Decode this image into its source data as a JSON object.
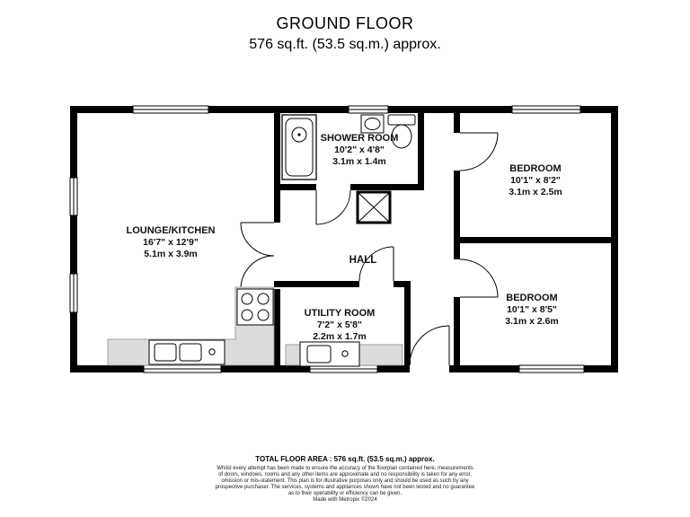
{
  "header": {
    "title": "GROUND FLOOR",
    "subtitle": "576 sq.ft. (53.5 sq.m.) approx."
  },
  "rooms": {
    "lounge": {
      "name": "LOUNGE/KITCHEN",
      "imperial": "16'7\" x 12'9\"",
      "metric": "5.1m x 3.9m"
    },
    "shower": {
      "name": "SHOWER ROOM",
      "imperial": "10'2\" x 4'8\"",
      "metric": "3.1m x 1.4m"
    },
    "bedroom1": {
      "name": "BEDROOM",
      "imperial": "10'1\" x 8'2\"",
      "metric": "3.1m x 2.5m"
    },
    "hall": {
      "name": "HALL"
    },
    "utility": {
      "name": "UTILITY ROOM",
      "imperial": "7'2\" x 5'8\"",
      "metric": "2.2m x 1.7m"
    },
    "bedroom2": {
      "name": "BEDROOM",
      "imperial": "10'1\" x 8'5\"",
      "metric": "3.1m x 2.6m"
    }
  },
  "footer": {
    "total": "TOTAL FLOOR AREA : 576 sq.ft. (53.5 sq.m.) approx.",
    "disclaimer_lines": [
      "Whilst every attempt has been made to ensure the accuracy of the floorplan contained here, measurements",
      "of doors, windows, rooms and any other items are approximate and no responsibility is taken for any error,",
      "omission or mis-statement. This plan is for illustrative purposes only and should be used as such by any",
      "prospective purchaser. The services, systems and appliances shown have not been tested and no guarantee",
      "as to their operability or efficiency can be given.",
      "Made with Metropix ©2024"
    ]
  },
  "colors": {
    "wall": "#000000",
    "counter": "#dcdcdc",
    "background": "#ffffff"
  }
}
